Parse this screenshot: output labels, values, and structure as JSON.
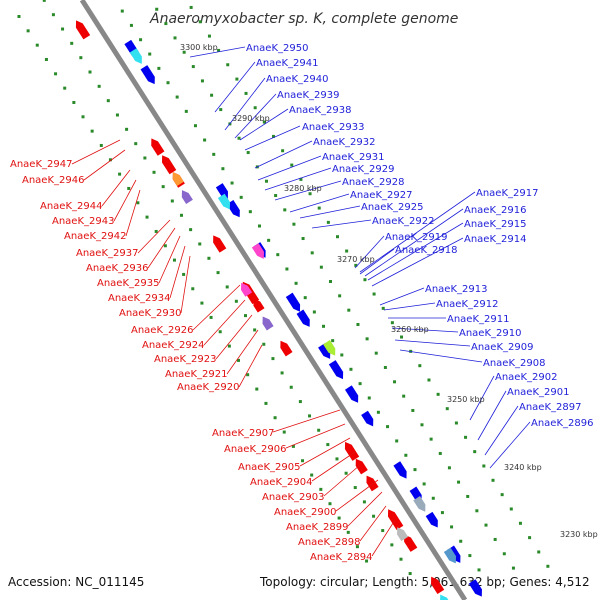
{
  "title": "Anaeromyxobacter sp. K, complete genome",
  "footer": {
    "accession": "Accession: NC_011145",
    "info": "Topology: circular; Length: 5,061,632 bp; Genes: 4,512"
  },
  "kbp_labels": [
    "3300 kbp",
    "3290 kbp",
    "3280 kbp",
    "3270 kbp",
    "3260 kbp",
    "3250 kbp",
    "3240 kbp",
    "3230 kbp"
  ],
  "blue_labels_top": [
    "AnaeK_2950",
    "AnaeK_2941",
    "AnaeK_2940",
    "AnaeK_2939",
    "AnaeK_2938",
    "AnaeK_2933",
    "AnaeK_2932",
    "AnaeK_2931",
    "AnaeK_2929",
    "AnaeK_2928",
    "AnaeK_2927",
    "AnaeK_2925",
    "AnaeK_2922"
  ],
  "blue_labels_mid": [
    "AnaeK_2917",
    "AnaeK_2916",
    "AnaeK_2915",
    "AnaeK_2914",
    "AnaeK_2919",
    "AnaeK_2918"
  ],
  "blue_labels_low": [
    "AnaeK_2913",
    "AnaeK_2912",
    "AnaeK_2911",
    "AnaeK_2910",
    "AnaeK_2909",
    "AnaeK_2908",
    "AnaeK_2902",
    "AnaeK_2901",
    "AnaeK_2897",
    "AnaeK_2896"
  ],
  "red_labels_top": [
    "AnaeK_2947",
    "AnaeK_2946",
    "AnaeK_2944",
    "AnaeK_2943",
    "AnaeK_2942",
    "AnaeK_2937",
    "AnaeK_2936",
    "AnaeK_2935",
    "AnaeK_2934",
    "AnaeK_2930",
    "AnaeK_2926",
    "AnaeK_2924",
    "AnaeK_2923",
    "AnaeK_2921",
    "AnaeK_2920"
  ],
  "red_labels_low": [
    "AnaeK_2907",
    "AnaeK_2906",
    "AnaeK_2905",
    "AnaeK_2904",
    "AnaeK_2903",
    "AnaeK_2900",
    "AnaeK_2899",
    "AnaeK_2898",
    "AnaeK_2894"
  ],
  "colors": {
    "forward": "#0000ee",
    "reverse": "#ee0000",
    "axis": "#808080",
    "tick": "#2a8a2a"
  }
}
